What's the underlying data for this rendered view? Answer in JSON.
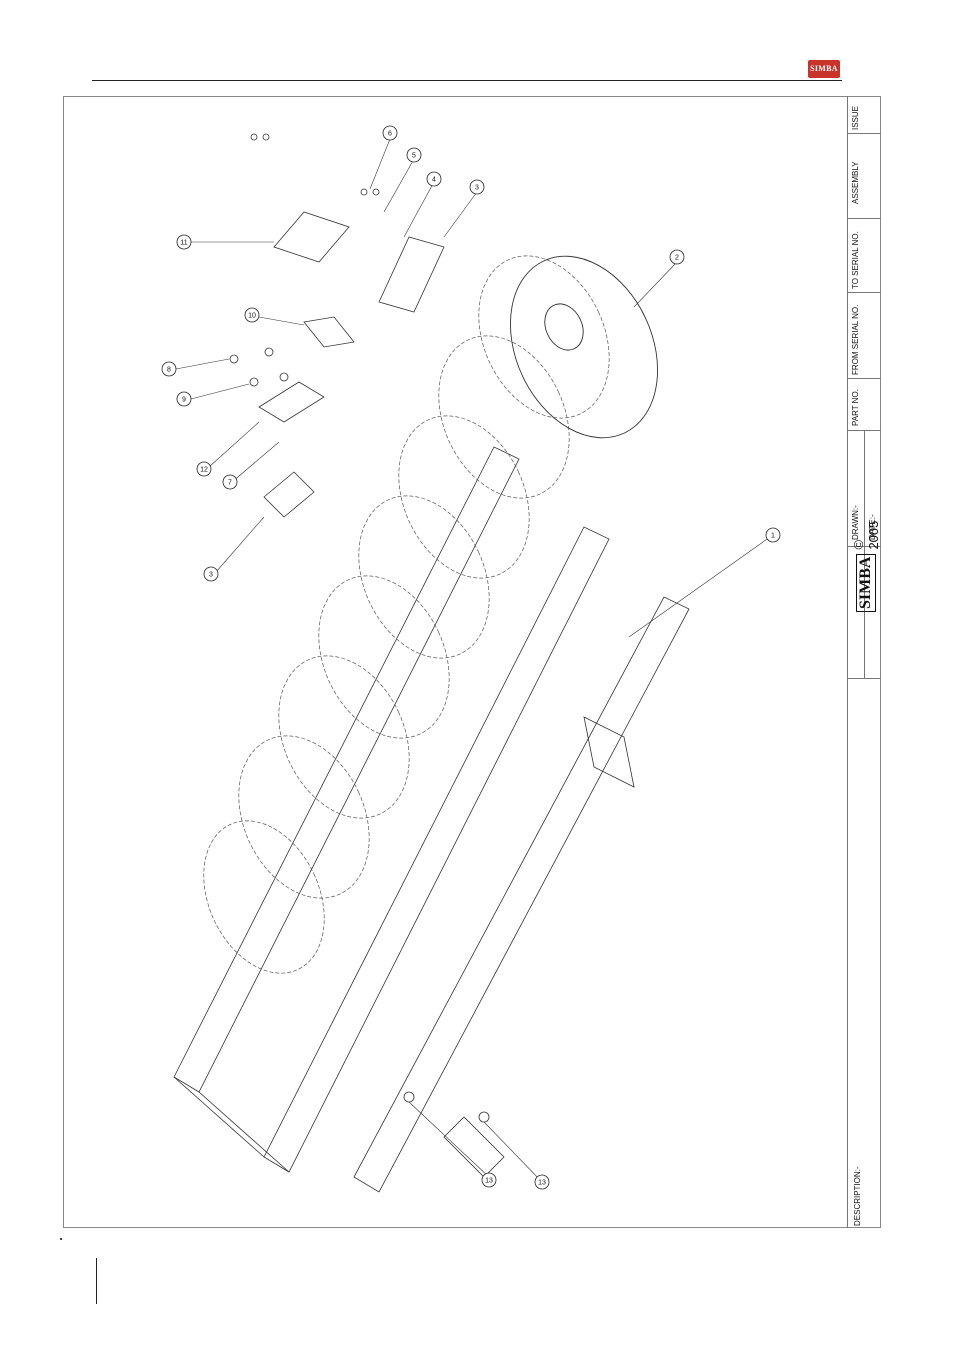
{
  "header": {
    "logo_text": "SIMBA"
  },
  "title_block": {
    "issue_label": "ISSUE",
    "assembly_label": "ASSEMBLY",
    "to_serial_label": "TO SERIAL NO.",
    "from_serial_label": "FROM SERIAL NO.",
    "part_no_label": "PART NO.",
    "drawn_label": "DRAWN:-",
    "date_label": "DATE:-",
    "logo_text": "SIMBA",
    "copyright": "© 2005",
    "description_label": "DESCRIPTION:-"
  },
  "callouts": [
    {
      "label": "6"
    },
    {
      "label": "5"
    },
    {
      "label": "4"
    },
    {
      "label": "3"
    },
    {
      "label": "2"
    },
    {
      "label": "11"
    },
    {
      "label": "10"
    },
    {
      "label": "8"
    },
    {
      "label": "9"
    },
    {
      "label": "12"
    },
    {
      "label": "7"
    },
    {
      "label": "3"
    },
    {
      "label": "1"
    },
    {
      "label": "13"
    },
    {
      "label": "13"
    }
  ]
}
